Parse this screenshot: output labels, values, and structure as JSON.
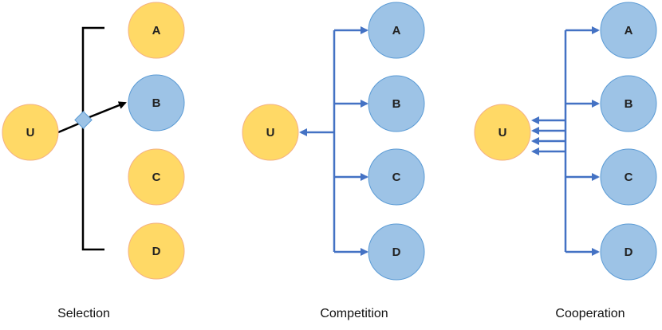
{
  "colors": {
    "selected_fill": "#9DC3E6",
    "unselected_fill": "#FFD966",
    "orange_stroke": "#F4B183",
    "blue_stroke": "#5B9BD5",
    "connector_black": "#000000",
    "connector_blue": "#4472C4"
  },
  "panels": {
    "selection": {
      "caption": "Selection",
      "user": "U",
      "agents": [
        "A",
        "B",
        "C",
        "D"
      ],
      "selected": "B"
    },
    "competition": {
      "caption": "Competition",
      "user": "U",
      "agents": [
        "A",
        "B",
        "C",
        "D"
      ]
    },
    "cooperation": {
      "caption": "Cooperation",
      "user": "U",
      "agents": [
        "A",
        "B",
        "C",
        "D"
      ]
    }
  }
}
